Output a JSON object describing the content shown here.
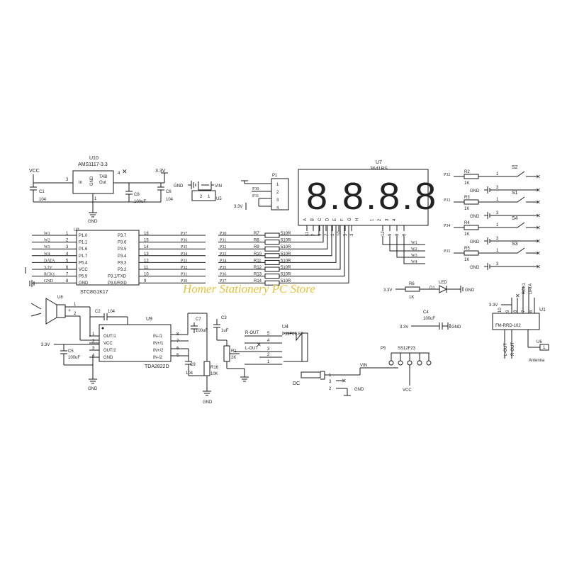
{
  "watermark": "Homer Stationery PC Store",
  "u10": {
    "ref": "U10",
    "part": "AMS1117-3.3",
    "gnd": "GND",
    "tab": "TAB",
    "in_label": "In",
    "out_label": "Out",
    "in_pin": "3",
    "out_pin": "4",
    "gnd_pin": "1",
    "vcc": "VCC",
    "out_rail": "3.3V",
    "ground": "GND",
    "c1": {
      "ref": "C1",
      "val": "104"
    },
    "c8": {
      "ref": "C8",
      "val": "100uF"
    },
    "c6": {
      "ref": "C6",
      "val": "104"
    }
  },
  "u5": {
    "ref": "U5",
    "gnd": "GND",
    "vin": "VIN",
    "p1": "2",
    "p2": "1"
  },
  "p1": {
    "ref": "P1",
    "rail": "3.3V",
    "nets": [
      "P30",
      "P31",
      "",
      ""
    ],
    "pins": [
      "1",
      "2",
      "3",
      "4"
    ]
  },
  "u2": {
    "ref": "U2",
    "part": "STC8G1K17",
    "left": [
      {
        "net": "W1",
        "pin": "1",
        "name": "P1.0"
      },
      {
        "net": "W2",
        "pin": "2",
        "name": "P1.1"
      },
      {
        "net": "W3",
        "pin": "3",
        "name": "P1.6"
      },
      {
        "net": "W4",
        "pin": "4",
        "name": "P1.7"
      },
      {
        "net": "DATA",
        "pin": "5",
        "name": "P5.4"
      },
      {
        "net": "3.3V",
        "pin": "6",
        "name": "VCC"
      },
      {
        "net": "RCK1",
        "pin": "7",
        "name": "P5.5"
      },
      {
        "net": "GND",
        "pin": "8",
        "name": "GND"
      }
    ],
    "right": [
      {
        "name": "P3.7",
        "pin": "16",
        "net": "P37"
      },
      {
        "name": "P3.6",
        "pin": "15",
        "net": "P36"
      },
      {
        "name": "P3.5",
        "pin": "14",
        "net": "P35"
      },
      {
        "name": "P3.4",
        "pin": "13",
        "net": "P34"
      },
      {
        "name": "P3.3",
        "pin": "12",
        "net": "P33"
      },
      {
        "name": "P3.2",
        "pin": "11",
        "net": "P32"
      },
      {
        "name": "P3.1/TXD",
        "pin": "10",
        "net": "P31"
      },
      {
        "name": "P3.0/RXD",
        "pin": "9",
        "net": "P30"
      }
    ]
  },
  "resistors": [
    {
      "net": "P30",
      "ref": "R7",
      "val": "510R"
    },
    {
      "net": "P31",
      "ref": "R8",
      "val": "510R"
    },
    {
      "net": "P32",
      "ref": "R9",
      "val": "510R"
    },
    {
      "net": "P33",
      "ref": "R10",
      "val": "510R"
    },
    {
      "net": "P34",
      "ref": "R11",
      "val": "510R"
    },
    {
      "net": "P35",
      "ref": "R12",
      "val": "510R"
    },
    {
      "net": "P36",
      "ref": "R13",
      "val": "510R"
    },
    {
      "net": "P37",
      "ref": "R14",
      "val": "510R"
    }
  ],
  "u7": {
    "ref": "U7",
    "part": "3641BS",
    "digits": "8.8.8.8",
    "seg_letters": [
      "A",
      "B",
      "C",
      "D",
      "E",
      "F",
      "G",
      "H",
      "",
      "1",
      "2",
      "3",
      "4"
    ],
    "pins_left": [
      "11",
      "7",
      "4",
      "2",
      "1",
      "10",
      "5",
      "3"
    ],
    "pins_right": [
      "12",
      "9",
      "8",
      "6"
    ],
    "digit_nets": [
      "W1",
      "W2",
      "W3",
      "W4"
    ]
  },
  "switches": [
    {
      "net": "P32",
      "r": "R2",
      "rv": "1K",
      "s": "S2",
      "pin1": "1",
      "pin3": "3",
      "gnd": "GND"
    },
    {
      "net": "P33",
      "r": "R3",
      "rv": "1K",
      "s": "S1",
      "pin1": "1",
      "pin3": "3",
      "gnd": "GND"
    },
    {
      "net": "P34",
      "r": "R4",
      "rv": "1K",
      "s": "S4",
      "pin1": "1",
      "pin3": "3",
      "gnd": "GND"
    },
    {
      "net": "P35",
      "r": "R5",
      "rv": "1K",
      "s": "S3",
      "pin1": "1",
      "pin3": "3",
      "gnd": "GND"
    }
  ],
  "led": {
    "rail": "3.3V",
    "r": "R6",
    "rv": "1K",
    "d": "D1",
    "label": "LED",
    "gnd": "GND"
  },
  "u8": {
    "ref": "U8",
    "pin1": "1",
    "pin2": "2",
    "plus": "+"
  },
  "c2": {
    "ref": "C2",
    "val": "104"
  },
  "u9": {
    "ref": "U9",
    "part": "TDA2822D",
    "left": [
      {
        "name": "OUT/1",
        "pin": "1"
      },
      {
        "name": "VCC",
        "pin": "2"
      },
      {
        "name": "OUT/2",
        "pin": "3"
      },
      {
        "name": "GND",
        "pin": "4"
      }
    ],
    "right": [
      {
        "name": "IN-/1",
        "pin": "8"
      },
      {
        "name": "IN+/1",
        "pin": "7"
      },
      {
        "name": "IN+/2",
        "pin": "6"
      },
      {
        "name": "IN-/2",
        "pin": "5"
      }
    ],
    "rail": "3.3V",
    "c5": {
      "ref": "C5",
      "val": "100uF"
    },
    "gnd": "GND"
  },
  "c7": {
    "ref": "C7",
    "val": "100uF"
  },
  "c9": {
    "ref": "C9",
    "val": "104"
  },
  "c3": {
    "ref": "C3",
    "val": "1uF"
  },
  "r16": {
    "ref": "R16",
    "val": "10K",
    "gnd": "GND"
  },
  "r1": {
    "ref": "R1",
    "val": "2K"
  },
  "u4": {
    "ref": "U4",
    "part": "PJ3F07-5P",
    "r_out": "R-OUT",
    "l_out": "L-OUT",
    "pins": [
      "5",
      "4",
      "3",
      "2",
      "1"
    ]
  },
  "dc": {
    "label": "DC",
    "vin": "VIN",
    "pins": [
      "1",
      "3",
      "2"
    ],
    "gnd": "GND"
  },
  "p5": {
    "ref": "P5",
    "part": "SS12F23",
    "vcc": "VCC"
  },
  "c4": {
    "ref": "C4",
    "val": "100uF",
    "rail": "3.3V",
    "gnd": "GND"
  },
  "u1": {
    "ref": "U1",
    "part": "FM-RRD-102",
    "rail": "3.3V",
    "top_pins": [
      "10",
      "9",
      "8",
      "7",
      "6"
    ],
    "rck": "RCK1",
    "data": "DATA",
    "lout": "L-OUT",
    "rout": "R-OUT"
  },
  "u6": {
    "ref": "U6",
    "pin": "1",
    "label": "Antenna"
  }
}
